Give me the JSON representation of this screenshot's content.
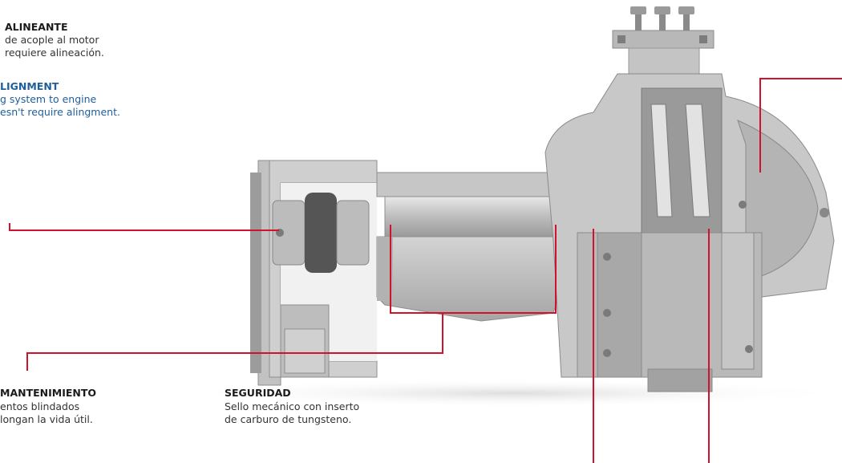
{
  "colors": {
    "leader_line": "#d0122a",
    "english_text": "#1f5e99",
    "body_text": "#333333",
    "heading_text": "#1a1a1a",
    "pump_light": "#c9c9c9",
    "pump_mid": "#a9a9a9",
    "pump_dark": "#7d7d7d"
  },
  "callouts": {
    "self_aligning": {
      "heading_es": "ALINEANTE",
      "line1_es": "de acople al motor",
      "line2_es": "requiere alineación.",
      "heading_en": "LIGNMENT",
      "line1_en": "g system to engine",
      "line2_en": "esn't require alingment."
    },
    "maintenance": {
      "heading": "MANTENIMIENTO",
      "line1": "entos blindados",
      "line2": "longan la vida útil."
    },
    "safety": {
      "heading": "SEGURIDAD",
      "line1": "Sello mecánico con inserto",
      "line2": "de carburo de tungsteno."
    }
  }
}
